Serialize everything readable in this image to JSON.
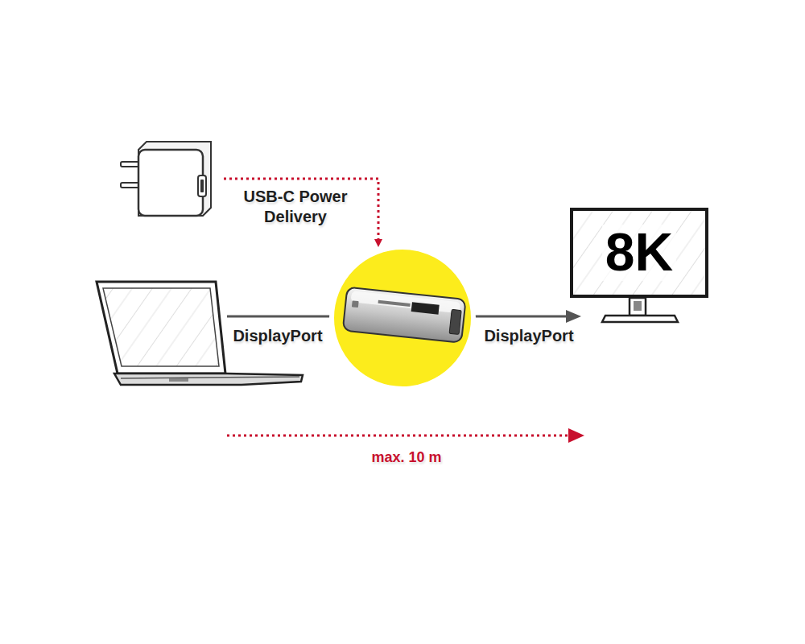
{
  "diagram": {
    "nodes": [
      {
        "text": [
          "8K"
        ]
      }
    ],
    "labels": [
      "USB-C Power Delivery",
      "DisplayPort",
      "DisplayPort",
      "max. 10 m"
    ]
  }
}
